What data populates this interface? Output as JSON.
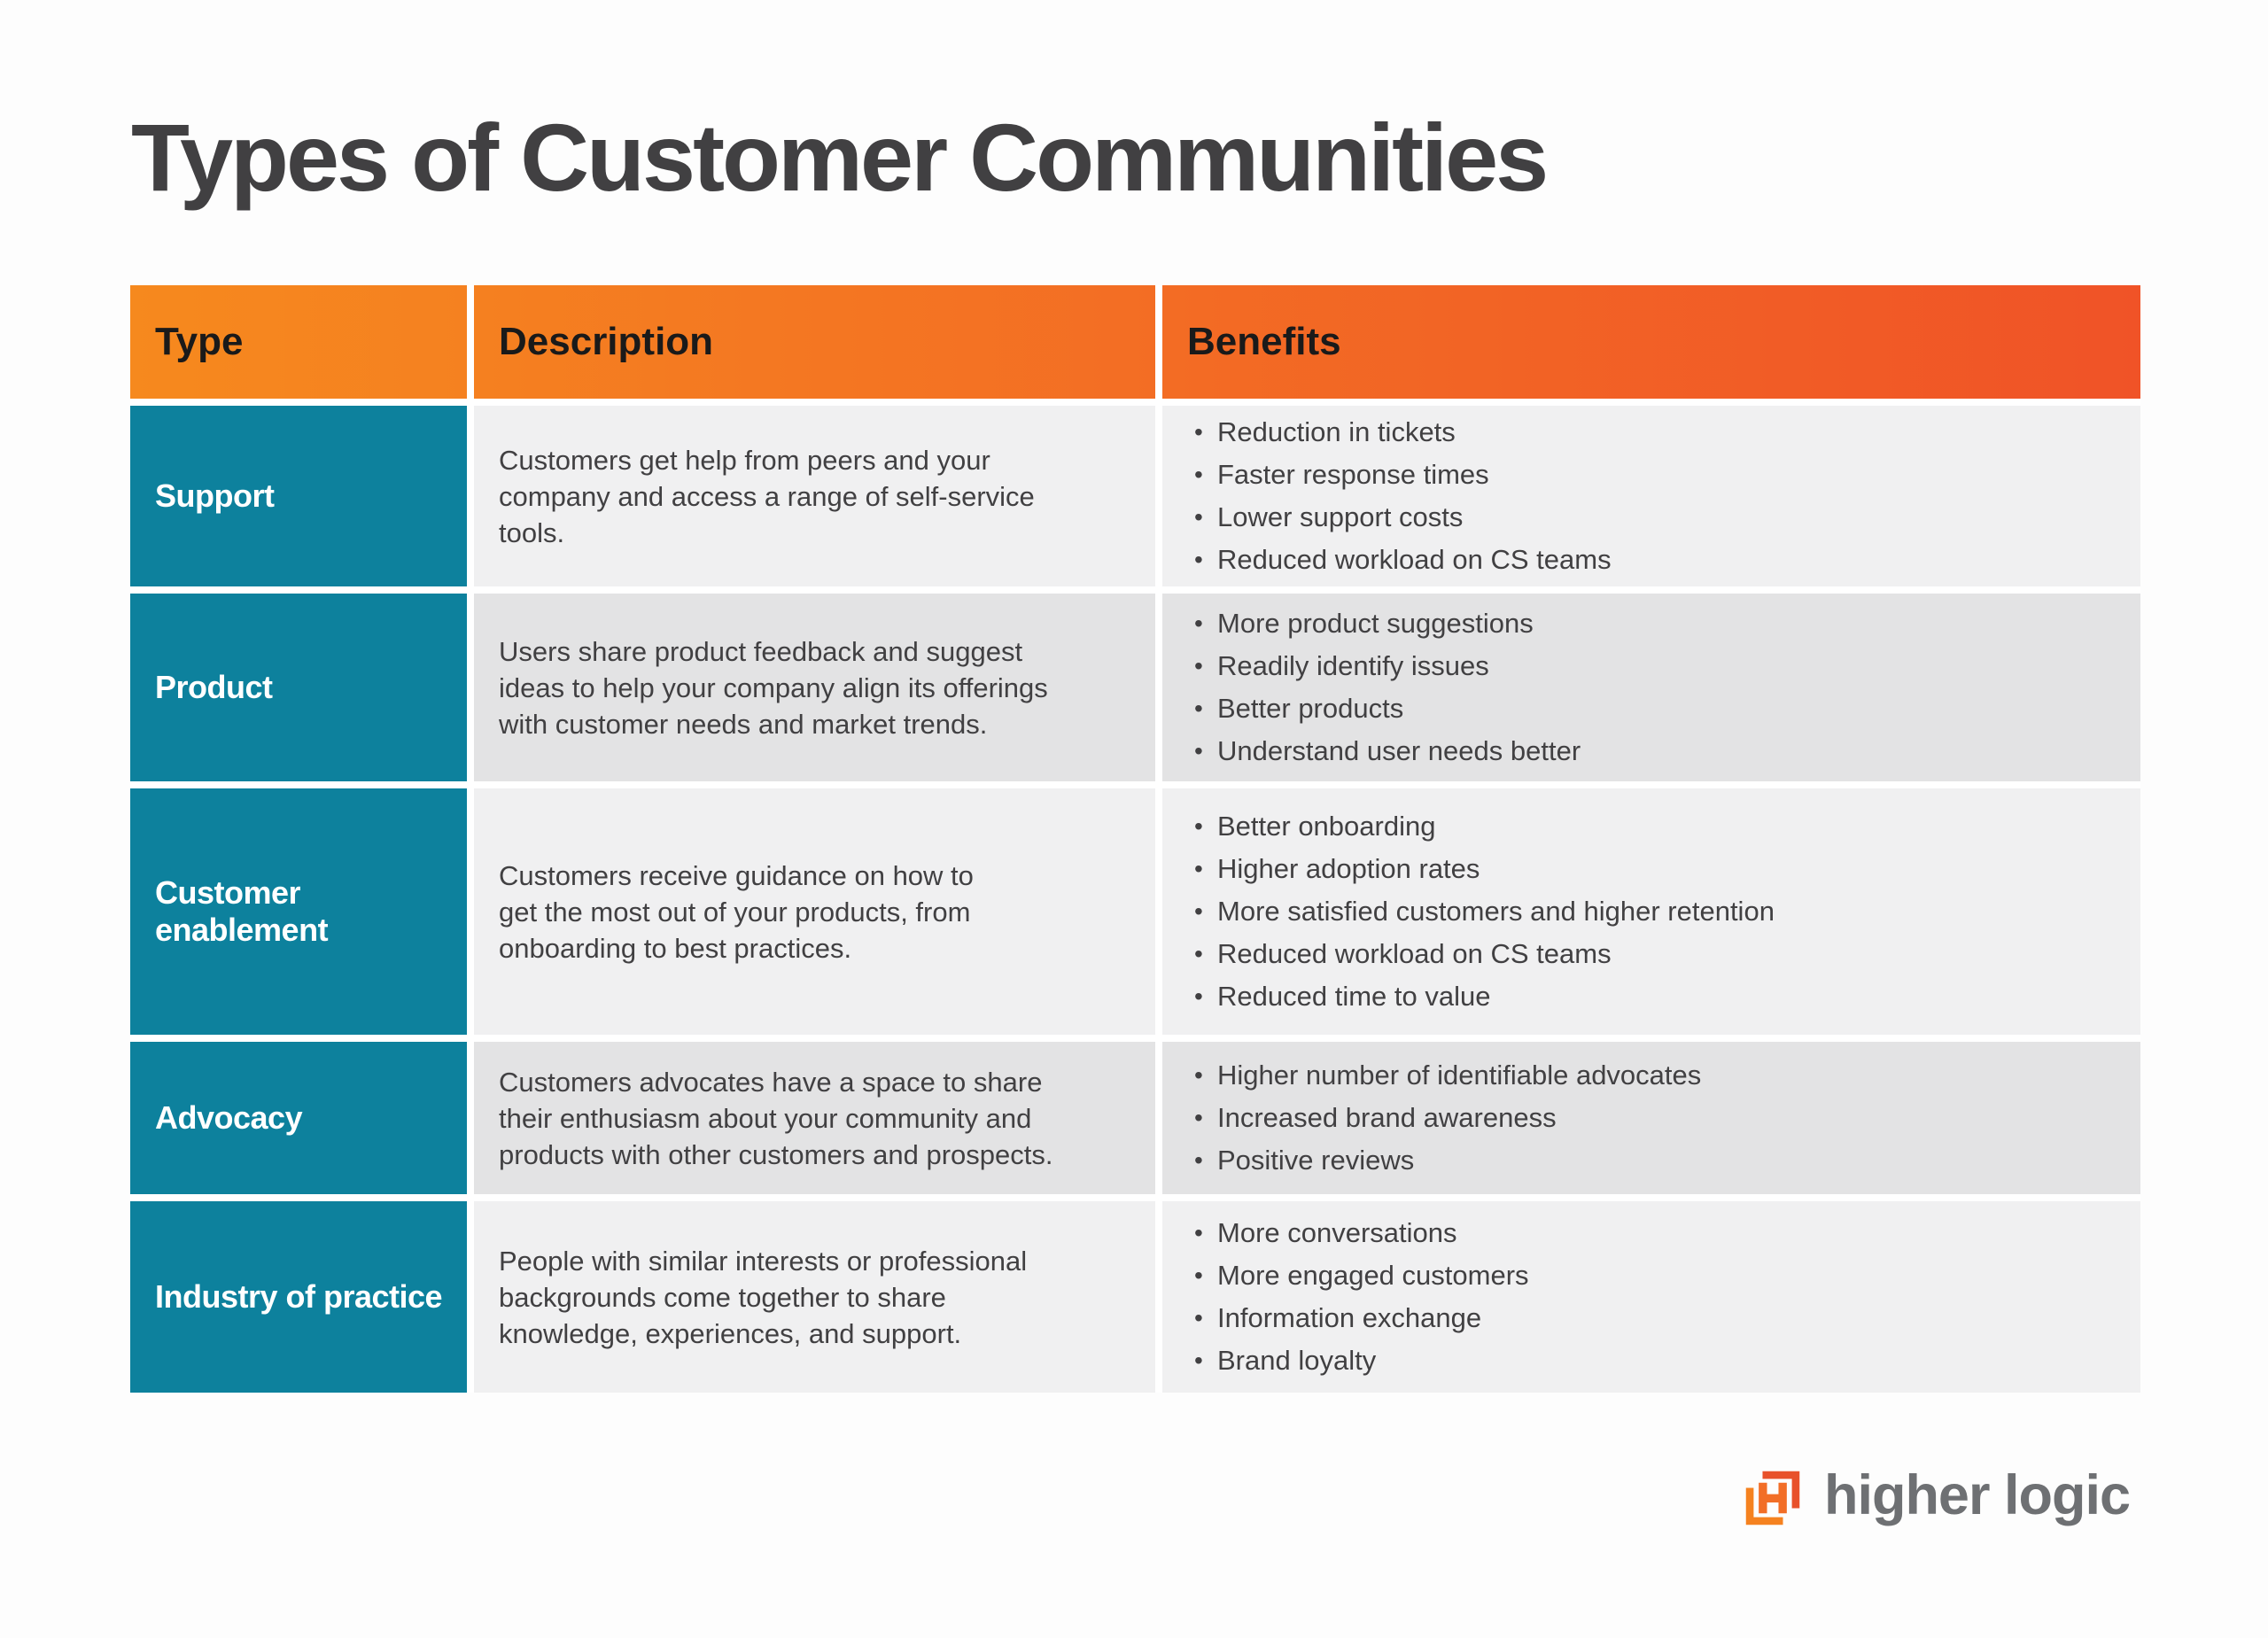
{
  "title": "Types of Customer Communities",
  "table": {
    "columns": [
      "Type",
      "Description",
      "Benefits"
    ],
    "rows": [
      {
        "type": "Support",
        "description": "Customers get help from peers and your\ncompany and access a range of self-service\ntools.",
        "benefits": [
          "Reduction in tickets",
          "Faster response times",
          "Lower support costs",
          "Reduced workload on CS teams"
        ]
      },
      {
        "type": "Product",
        "description": "Users share product feedback and suggest\nideas to help your company align its offerings\nwith customer needs and market trends.",
        "benefits": [
          "More product suggestions",
          "Readily identify issues",
          "Better products",
          "Understand user needs better"
        ]
      },
      {
        "type": "Customer enablement",
        "description": "Customers receive guidance on how to\nget the most out of your products, from\nonboarding to best practices.",
        "benefits": [
          "Better onboarding",
          "Higher adoption rates",
          "More satisfied customers and higher retention",
          "Reduced workload on CS teams",
          "Reduced time to value"
        ]
      },
      {
        "type": "Advocacy",
        "description": "Customers advocates have a space to share\ntheir enthusiasm about your community and\nproducts with other customers and prospects.",
        "benefits": [
          "Higher number of identifiable advocates",
          "Increased brand awareness",
          "Positive reviews"
        ]
      },
      {
        "type": "Industry of practice",
        "description": "People with similar interests or professional\nbackgrounds come together to share\nknowledge, experiences, and support.",
        "benefits": [
          "More conversations",
          "More engaged customers",
          "Information exchange",
          "Brand loyalty"
        ]
      }
    ]
  },
  "logo": {
    "text": "higher logic",
    "icon": "higher-logic-h-icon"
  },
  "colors": {
    "header-gradient-left": "#F6891E",
    "header-gradient-right": "#F05327",
    "type-cell-teal": "#0D819D",
    "row-light": "#F0F0F1",
    "row-dark": "#E3E3E4",
    "heading-text": "#414042",
    "body-text": "#414042",
    "header-text": "#1A1A1A",
    "type-text": "#FFFFFF",
    "logo-orange": "#F58220",
    "logo-orange-dark": "#E8512B",
    "logo-gray": "#6E7073",
    "page-background": "#FDFDFD"
  }
}
